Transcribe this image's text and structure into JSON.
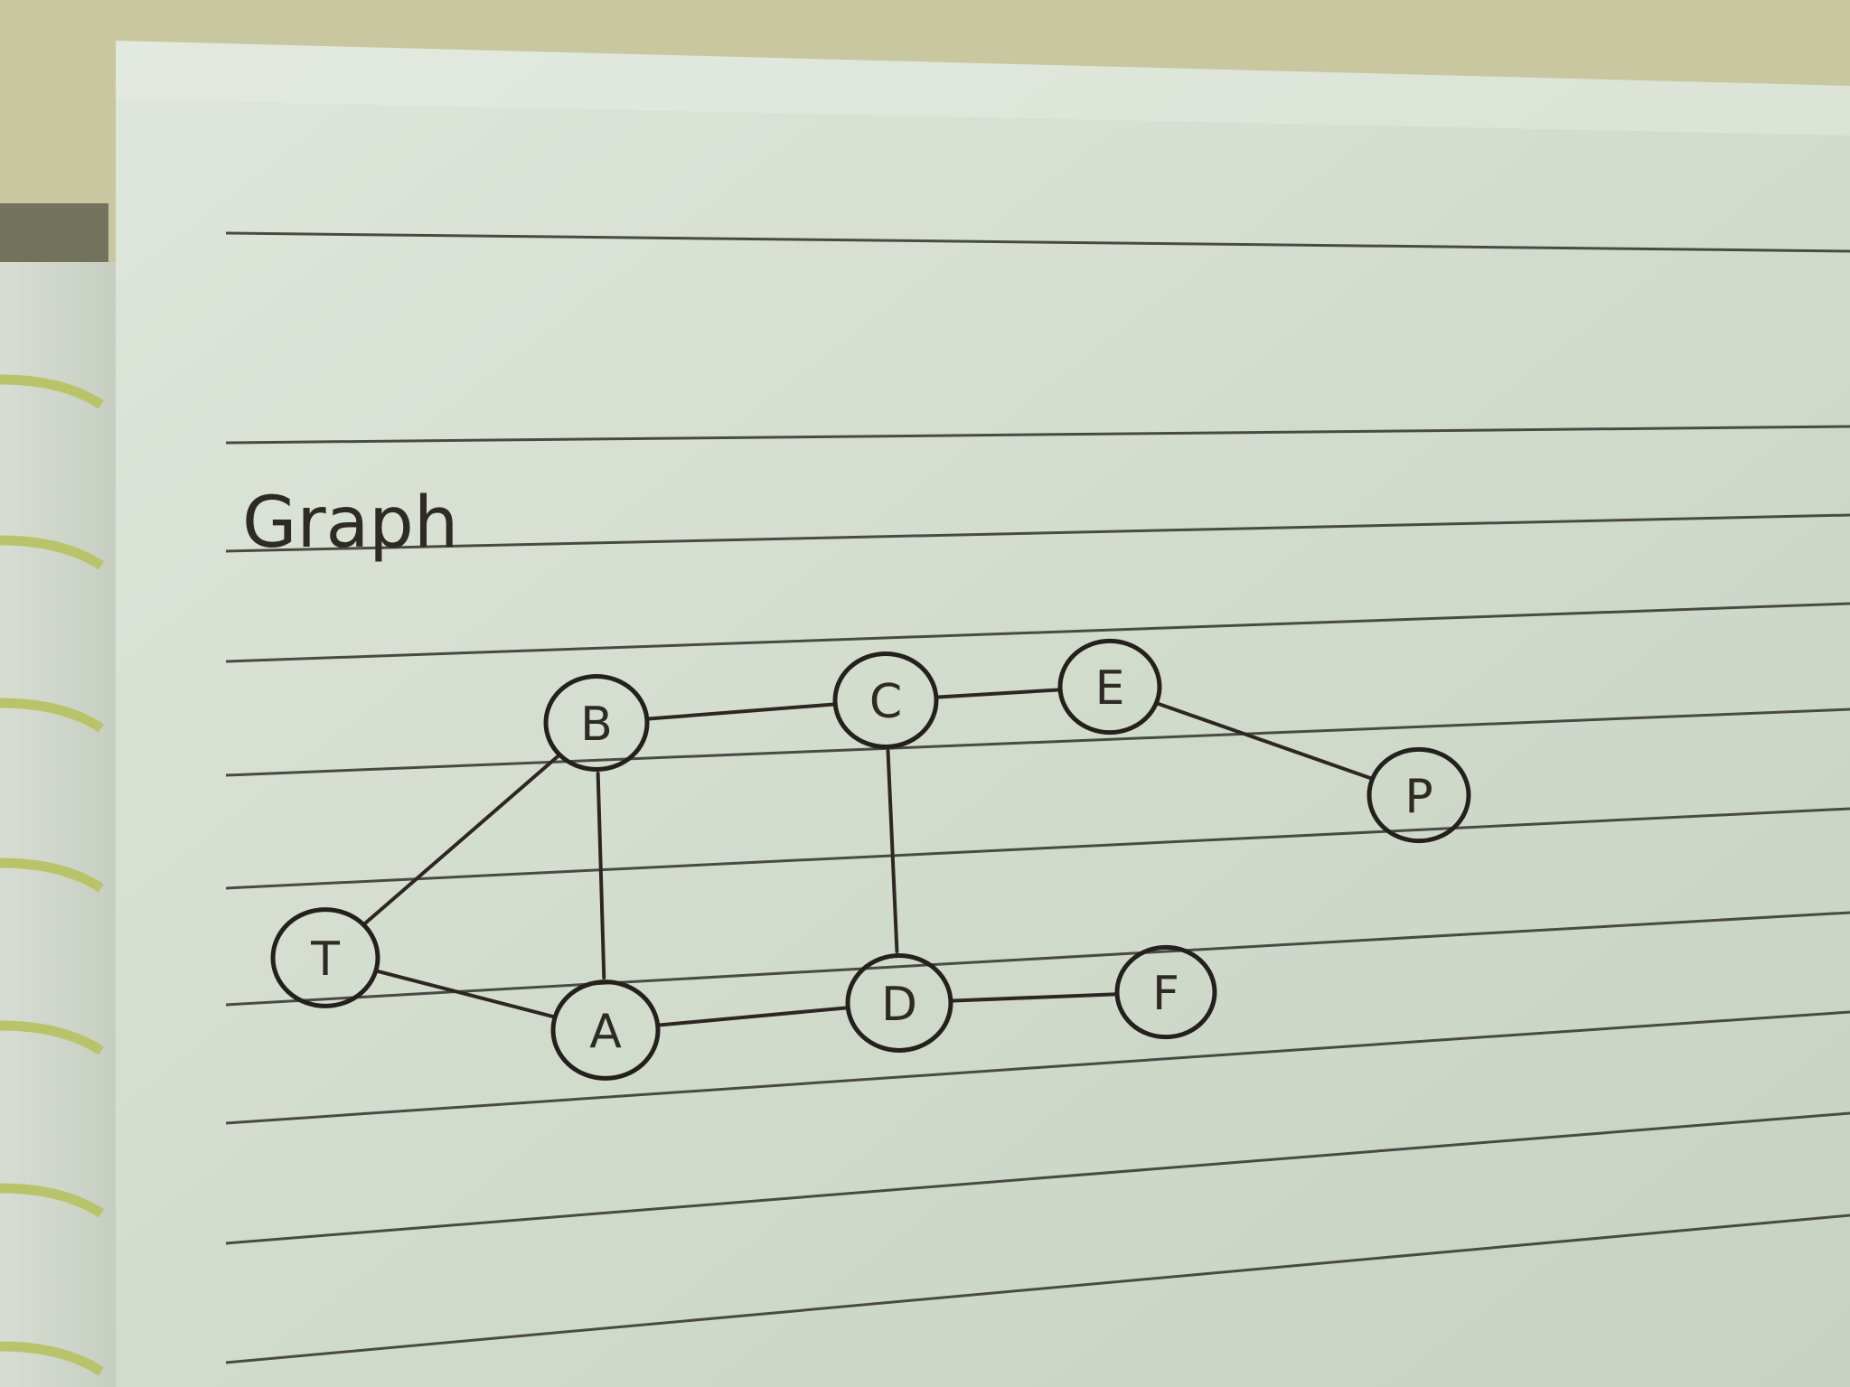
{
  "diagram": {
    "title": "Graph",
    "nodes": [
      {
        "id": "T",
        "label": "T"
      },
      {
        "id": "B",
        "label": "B"
      },
      {
        "id": "A",
        "label": "A"
      },
      {
        "id": "C",
        "label": "C"
      },
      {
        "id": "D",
        "label": "D"
      },
      {
        "id": "E",
        "label": "E"
      },
      {
        "id": "F",
        "label": "F"
      },
      {
        "id": "P",
        "label": "P"
      }
    ],
    "edges": [
      {
        "from": "T",
        "to": "B"
      },
      {
        "from": "T",
        "to": "A"
      },
      {
        "from": "B",
        "to": "A"
      },
      {
        "from": "B",
        "to": "C"
      },
      {
        "from": "A",
        "to": "D"
      },
      {
        "from": "C",
        "to": "D"
      },
      {
        "from": "C",
        "to": "E"
      },
      {
        "from": "E",
        "to": "P"
      },
      {
        "from": "D",
        "to": "F"
      }
    ]
  },
  "colors": {
    "ink": "#2e2623",
    "paper": "#d4ddd0",
    "ruled_line": "#4a4a44",
    "spiral_ring": "#b9c46a"
  }
}
